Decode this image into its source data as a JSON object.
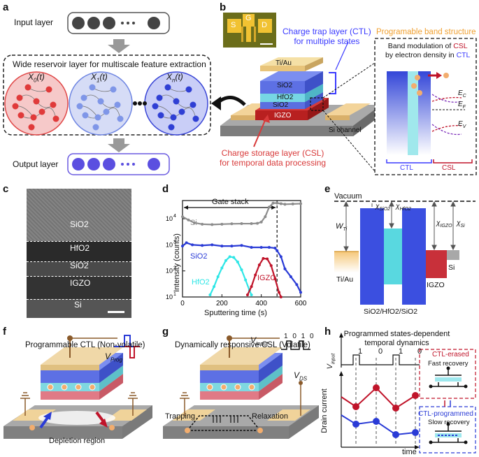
{
  "panels": {
    "a": "a",
    "b": "b",
    "c": "c",
    "d": "d",
    "e": "e",
    "f": "f",
    "g": "g",
    "h": "h"
  },
  "a": {
    "input_layer": "Input layer",
    "reservoir_title": "Wide reservoir layer for multiscale feature extraction",
    "x0": "X",
    "x0_sub": "0",
    "x1": "X",
    "x1_sub": "1",
    "xn": "X",
    "xn_sub": "n",
    "t_arg": "(t)",
    "output_layer": "Output layer",
    "colors": {
      "red": "#e24a4a",
      "lightblue": "#7f96e8",
      "blue": "#3b4fd8",
      "purple": "#5b4fe0"
    }
  },
  "b": {
    "ctl_label1": "Charge trap layer (CTL)",
    "ctl_label2": "for multiple states",
    "csl_label1": "Charge storage layer (CSL)",
    "csl_label2": "for temporal data processing",
    "pbs_title": "Programable band structure",
    "band_mod1a": "Band modulation of ",
    "band_mod1b": "CSL",
    "band_mod2a": "by electron density in ",
    "band_mod2b": "CTL",
    "ec": "E",
    "ec_sub": "C",
    "ef": "E",
    "ef_sub": "F",
    "ev": "E",
    "ev_sub": "V",
    "ctl": "CTL",
    "csl": "CSL",
    "layers": [
      "Ti/Au",
      "SiO2",
      "HfO2",
      "SiO2",
      "IGZO"
    ],
    "si_channel": "Si channel",
    "inset_g": "G",
    "inset_s": "S",
    "inset_d": "D"
  },
  "c": {
    "layers": [
      "SiO2",
      "HfO2",
      "SiO2",
      "IGZO",
      "Si"
    ]
  },
  "d": {
    "gate_stack": "Gate stack",
    "ylabel": "Intensity (counts)",
    "xlabel": "Sputtering time (s)",
    "series_labels": [
      "Si",
      "SiO2",
      "HfO2",
      "IGZO"
    ]
  },
  "e": {
    "vacuum": "Vacuum",
    "wti": "W",
    "wti_sub": "Ti",
    "chi_sio2": "χ",
    "chi_sio2_sub": "SiO",
    "chi_hfo2": "χ",
    "chi_hfo2_sub": "HfO",
    "chi_igzo": "χ",
    "chi_igzo_sub": "IGZO",
    "chi_si": "χ",
    "chi_si_sub": "Si",
    "tiau": "Ti/Au",
    "stack": "SiO2/HfO2/SiO2",
    "igzo": "IGZO",
    "si": "Si"
  },
  "f": {
    "title": "Programmable CTL (Non-volatile)",
    "vprog": "V",
    "vprog_sub": "Prog",
    "depletion": "Depletion region"
  },
  "g": {
    "title": "Dynamically responsive CSL (Volatile)",
    "vinput": "V",
    "vinput_sub": "input",
    "bits": "1 0 1 0",
    "vds": "V",
    "vds_sub": "DS",
    "trapping": "Trapping",
    "relaxation": "Relaxation"
  },
  "h": {
    "title1": "Programmed states-dependent",
    "title2": "temporal dynamics",
    "vinput": "V",
    "vinput_sub": "input",
    "bits": [
      "1",
      "0",
      "1",
      "0"
    ],
    "ylabel": "Drain current",
    "xlabel": "time",
    "erased": "CTL-erased",
    "fast": "Fast recovery",
    "programmed": "CTL-programmed",
    "slow": "Slow recovery"
  },
  "chart_data": {
    "type": "line",
    "title": "",
    "xlabel": "Sputtering time (s)",
    "ylabel": "Intensity (counts)",
    "xlim": [
      0,
      600
    ],
    "ylim": [
      10,
      50000
    ],
    "yscale": "log",
    "xticks": [
      0,
      200,
      400,
      600
    ],
    "yticks": [
      "10^1",
      "10^2",
      "10^3",
      "10^4"
    ],
    "annotations": [
      "Gate stack"
    ],
    "series": [
      {
        "name": "Si",
        "color": "#8c8c8c",
        "x": [
          0,
          30,
          60,
          100,
          150,
          200,
          250,
          300,
          350,
          380,
          400,
          420,
          440,
          460,
          480,
          500,
          520,
          560,
          600
        ],
        "y": [
          12000,
          9000,
          7000,
          6200,
          6000,
          6200,
          6400,
          6500,
          6500,
          6700,
          7500,
          12000,
          28000,
          40000,
          40000,
          38000,
          36000,
          37000,
          38000
        ]
      },
      {
        "name": "SiO2",
        "color": "#2a3bd6",
        "x": [
          0,
          20,
          50,
          100,
          150,
          200,
          250,
          300,
          350,
          400,
          440,
          470,
          480,
          500,
          520,
          550,
          580,
          600
        ],
        "y": [
          900,
          1200,
          1000,
          950,
          1000,
          900,
          900,
          950,
          800,
          800,
          800,
          750,
          600,
          350,
          120,
          60,
          30,
          15
        ]
      },
      {
        "name": "HfO2",
        "color": "#2ee6e6",
        "x": [
          140,
          160,
          180,
          200,
          220,
          240,
          260,
          280,
          300,
          320,
          340,
          350
        ],
        "y": [
          12,
          25,
          60,
          130,
          250,
          350,
          330,
          220,
          110,
          45,
          18,
          12
        ]
      },
      {
        "name": "IGZO",
        "color": "#c0142a",
        "x": [
          330,
          350,
          370,
          390,
          410,
          430,
          450,
          470,
          490,
          500
        ],
        "y": [
          12,
          25,
          70,
          170,
          300,
          290,
          160,
          50,
          15,
          10
        ]
      }
    ]
  }
}
